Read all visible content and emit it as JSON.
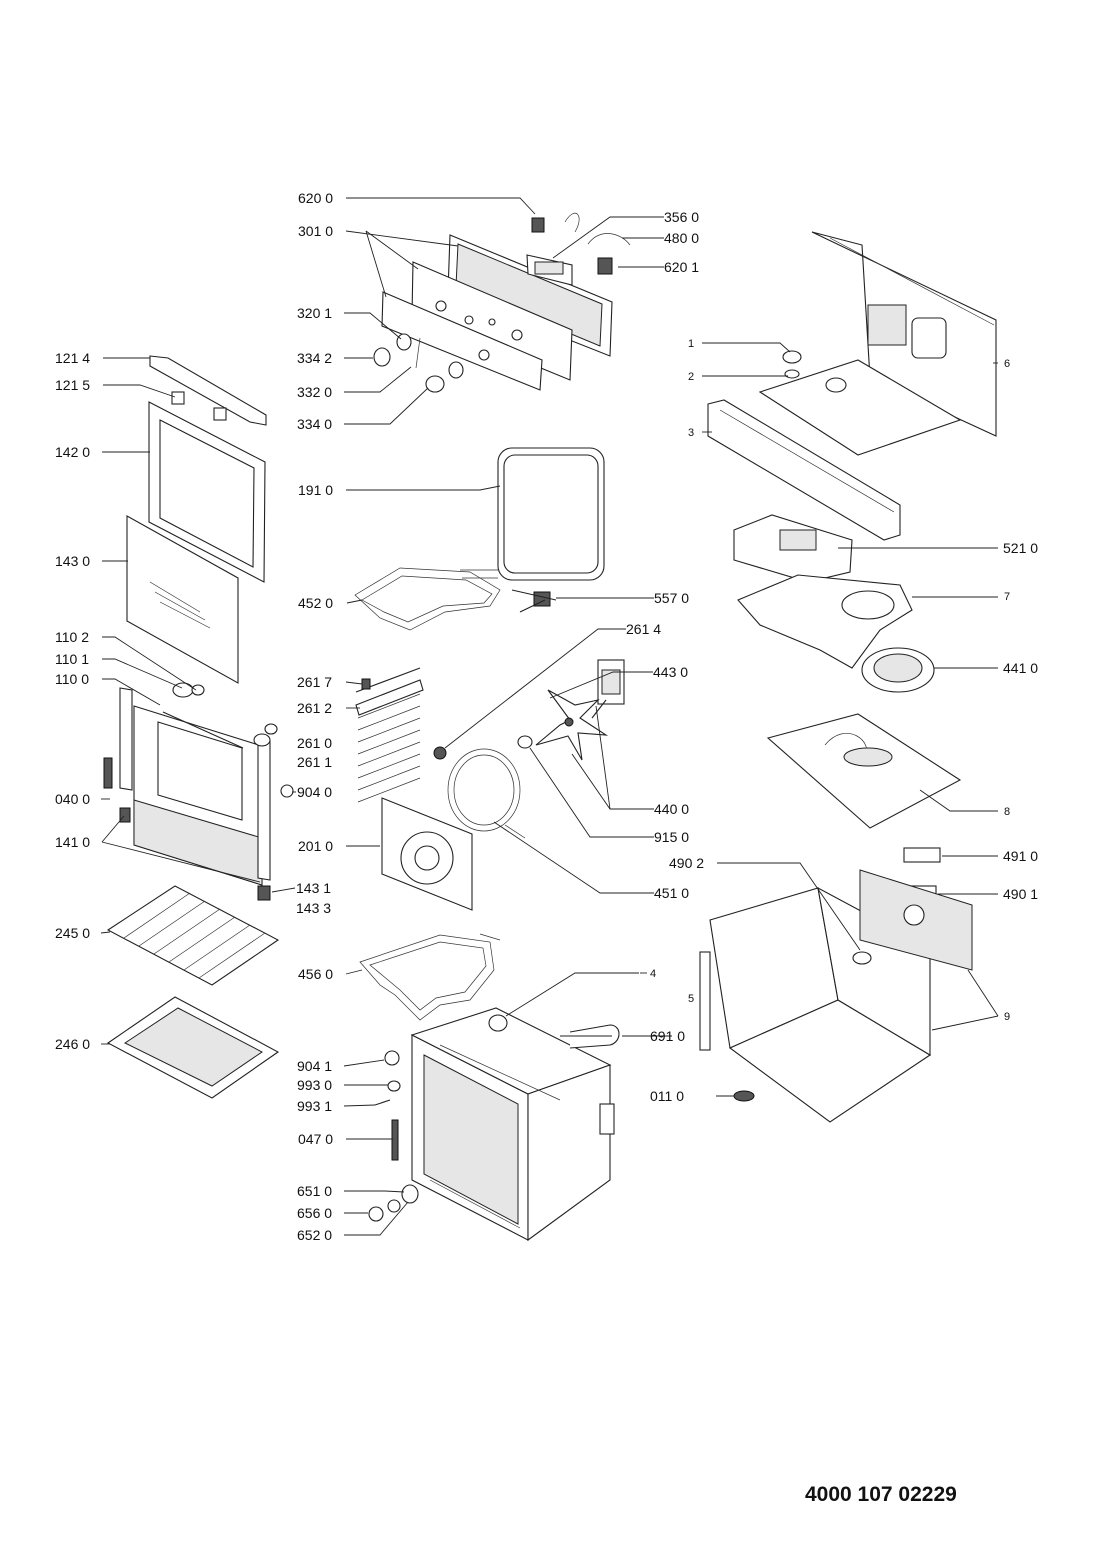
{
  "drawing_number": "4000 107 02229",
  "labels": [
    {
      "id": "l6200",
      "text": "620 0"
    },
    {
      "id": "l3010",
      "text": "301 0"
    },
    {
      "id": "l3560",
      "text": "356 0"
    },
    {
      "id": "l4800",
      "text": "480 0"
    },
    {
      "id": "l6201",
      "text": "620 1"
    },
    {
      "id": "l3201",
      "text": "320 1"
    },
    {
      "id": "l3342",
      "text": "334 2"
    },
    {
      "id": "l3320",
      "text": "332 0"
    },
    {
      "id": "l3340",
      "text": "334 0"
    },
    {
      "id": "l1214",
      "text": "121 4"
    },
    {
      "id": "l1215",
      "text": "121 5"
    },
    {
      "id": "l1420",
      "text": "142 0"
    },
    {
      "id": "l1910",
      "text": "191 0"
    },
    {
      "id": "l1430",
      "text": "143 0"
    },
    {
      "id": "l4520",
      "text": "452 0"
    },
    {
      "id": "l5570",
      "text": "557 0"
    },
    {
      "id": "l2614",
      "text": "261 4"
    },
    {
      "id": "l1102",
      "text": "110 2"
    },
    {
      "id": "l1101",
      "text": "110 1"
    },
    {
      "id": "l1100",
      "text": "110 0"
    },
    {
      "id": "l2617",
      "text": "261 7"
    },
    {
      "id": "l4430",
      "text": "443 0"
    },
    {
      "id": "l2612",
      "text": "261 2"
    },
    {
      "id": "l2610",
      "text": "261 0"
    },
    {
      "id": "l2611",
      "text": "261 1"
    },
    {
      "id": "l0400",
      "text": "040 0"
    },
    {
      "id": "l9040",
      "text": "904 0"
    },
    {
      "id": "l4400",
      "text": "440 0"
    },
    {
      "id": "l9150",
      "text": "915 0"
    },
    {
      "id": "l1410",
      "text": "141 0"
    },
    {
      "id": "l2010",
      "text": "201 0"
    },
    {
      "id": "l1431",
      "text": "143 1"
    },
    {
      "id": "l1433",
      "text": "143 3"
    },
    {
      "id": "l4510",
      "text": "451 0"
    },
    {
      "id": "l2450",
      "text": "245 0"
    },
    {
      "id": "l4560",
      "text": "456 0"
    },
    {
      "id": "l2460",
      "text": "246 0"
    },
    {
      "id": "l6910",
      "text": "691 0"
    },
    {
      "id": "l9041",
      "text": "904 1"
    },
    {
      "id": "l9930",
      "text": "993 0"
    },
    {
      "id": "l9931",
      "text": "993 1"
    },
    {
      "id": "l0110",
      "text": "011 0"
    },
    {
      "id": "l0470",
      "text": "047 0"
    },
    {
      "id": "l6510",
      "text": "651 0"
    },
    {
      "id": "l6560",
      "text": "656 0"
    },
    {
      "id": "l6520",
      "text": "652 0"
    },
    {
      "id": "l5210",
      "text": "521 0"
    },
    {
      "id": "l4410",
      "text": "441 0"
    },
    {
      "id": "l4910",
      "text": "491 0"
    },
    {
      "id": "l4902",
      "text": "490 2"
    },
    {
      "id": "l4901",
      "text": "490 1"
    },
    {
      "id": "r1",
      "text": "1"
    },
    {
      "id": "r2",
      "text": "2"
    },
    {
      "id": "r3",
      "text": "3"
    },
    {
      "id": "r4",
      "text": "4"
    },
    {
      "id": "r5",
      "text": "5"
    },
    {
      "id": "r6",
      "text": "6"
    },
    {
      "id": "r7",
      "text": "7"
    },
    {
      "id": "r8",
      "text": "8"
    },
    {
      "id": "r9",
      "text": "9"
    }
  ]
}
